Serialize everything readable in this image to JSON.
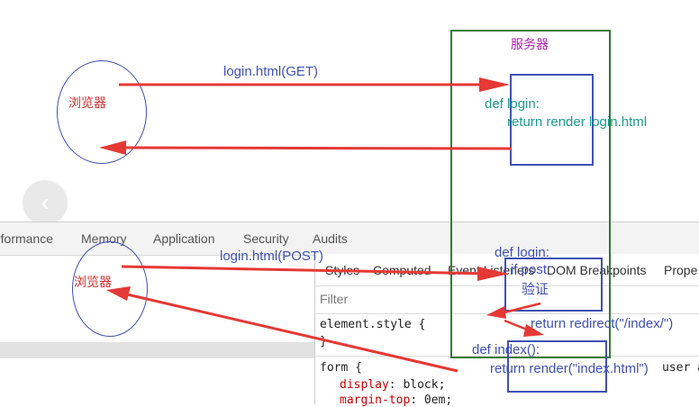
{
  "devtools": {
    "tabs": [
      "rformance",
      "Memory",
      "Application",
      "Security",
      "Audits"
    ],
    "styles_tabs": [
      "Styles",
      "Computed",
      "Event Listeners",
      "DOM Breakpoints",
      "Prope"
    ],
    "filter_placeholder": "Filter",
    "css_lines": {
      "element_style": "element.style {",
      "close_brace": "}",
      "form_rule": "form {",
      "display_prop": "display",
      "display_val": ": block;",
      "margin_prop": "margin-top",
      "margin_val": ": 0em;",
      "user_agent": "user a"
    },
    "back_icon": "chevron-left-icon"
  },
  "diagram": {
    "server_label": "服务器",
    "browser_label_top": "浏览器",
    "browser_label_bottom": "浏览器",
    "get_request_label": "login.html(GET)",
    "post_request_label": "login.html(POST)",
    "def_login_top": "def login:",
    "return_render_login": "return render login.html",
    "def_login_bottom": "def login:",
    "if_post": "if post:",
    "verify_label": "验证",
    "return_redirect": "return redirect(\"/index/\")",
    "def_index": "def index():",
    "return_render_index": "return render(\"index.html\")"
  },
  "colors": {
    "server_border": "#2e7d32",
    "box_border": "#3f51b5",
    "arrow": "#e53935",
    "browser_text": "#d32f2f",
    "code_text_teal": "#1a9c8c",
    "code_text_blue": "#3f51b5",
    "server_text": "#b01fb0"
  }
}
